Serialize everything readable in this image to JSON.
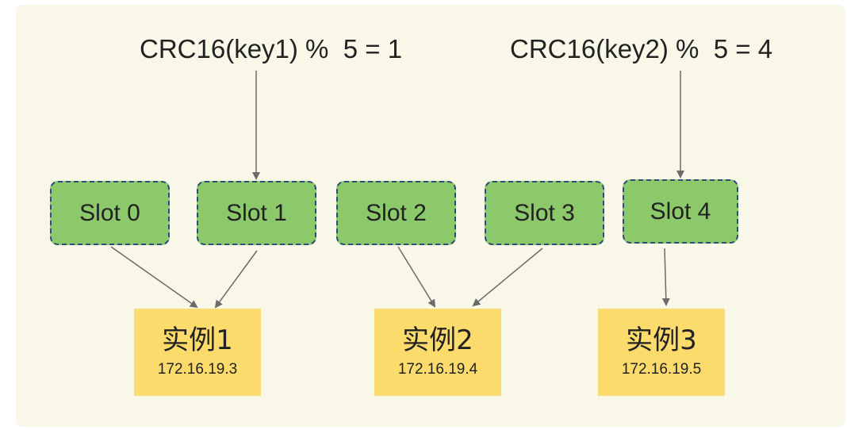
{
  "formulas": [
    "CRC16(key1) %  5 = 1",
    "CRC16(key2) %  5 = 4"
  ],
  "slots": [
    "Slot 0",
    "Slot 1",
    "Slot 2",
    "Slot 3",
    "Slot 4"
  ],
  "instances": [
    {
      "name": "实例1",
      "ip": "172.16.19.3"
    },
    {
      "name": "实例2",
      "ip": "172.16.19.4"
    },
    {
      "name": "实例3",
      "ip": "172.16.19.5"
    }
  ],
  "colors": {
    "background": "#f8f7e8",
    "slot_fill": "#8bc96b",
    "slot_border": "#2f4a7c",
    "instance_fill": "#fbdb6b",
    "arrow": "#6b6b6b"
  }
}
